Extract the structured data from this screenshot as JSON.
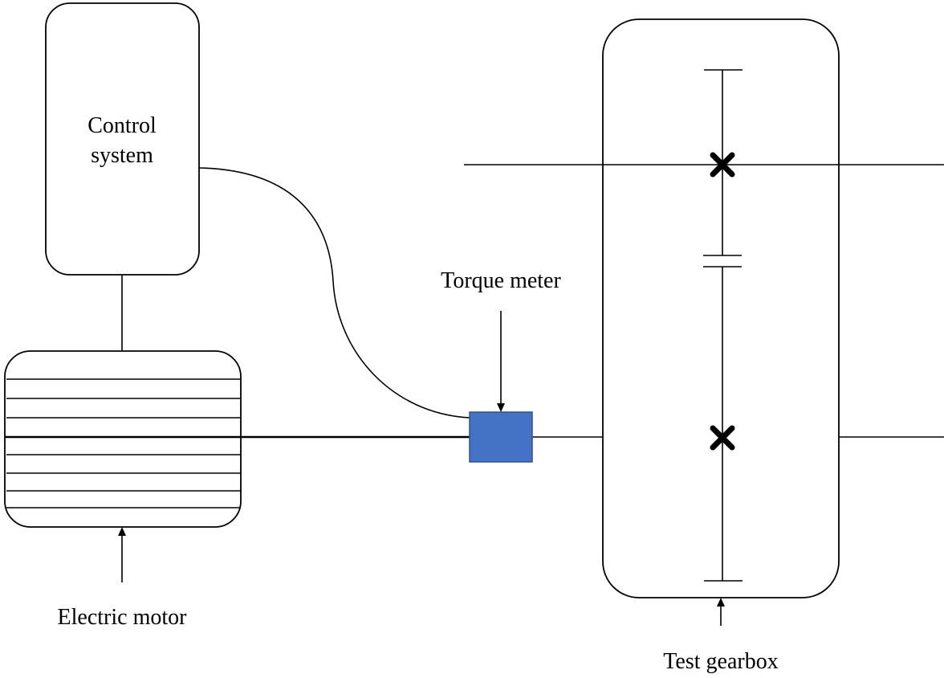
{
  "labels": {
    "control_system_line1": "Control",
    "control_system_line2": "system",
    "torque_meter": "Torque meter",
    "electric_motor": "Electric motor",
    "test_gearbox": "Test gearbox"
  },
  "colors": {
    "torque_meter_fill": "#4472c4",
    "torque_meter_border": "#2f528f",
    "line": "#000000"
  }
}
